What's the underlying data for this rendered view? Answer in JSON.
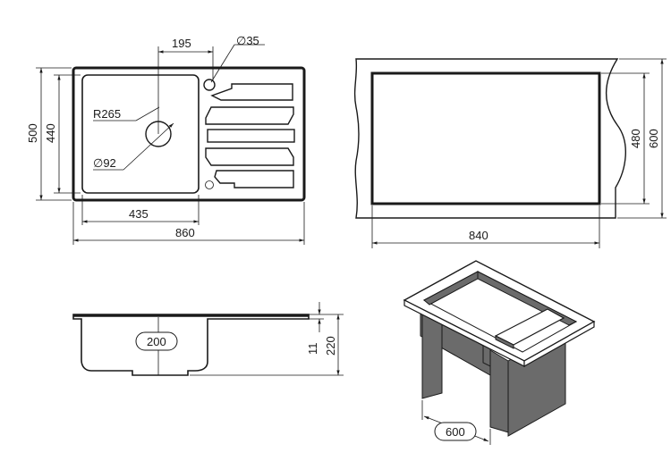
{
  "top_view": {
    "width_label": "860",
    "height_outer_label": "500",
    "height_inner_label": "440",
    "bowl_width_label": "435",
    "drain_offset_label": "195",
    "tap_hole_label": "∅35",
    "radius_label": "R265",
    "drain_diameter_label": "∅92"
  },
  "cutout_view": {
    "width_label": "840",
    "height_inner_label": "480",
    "height_outer_label": "600"
  },
  "side_view": {
    "bowl_depth_label": "200",
    "rim_thickness_label": "11",
    "total_depth_label": "220"
  },
  "cabinet_view": {
    "cabinet_width_label": "600"
  },
  "colors": {
    "line": "#1a1a1a",
    "body_fill": "#6b6b6b",
    "background": "#ffffff"
  }
}
